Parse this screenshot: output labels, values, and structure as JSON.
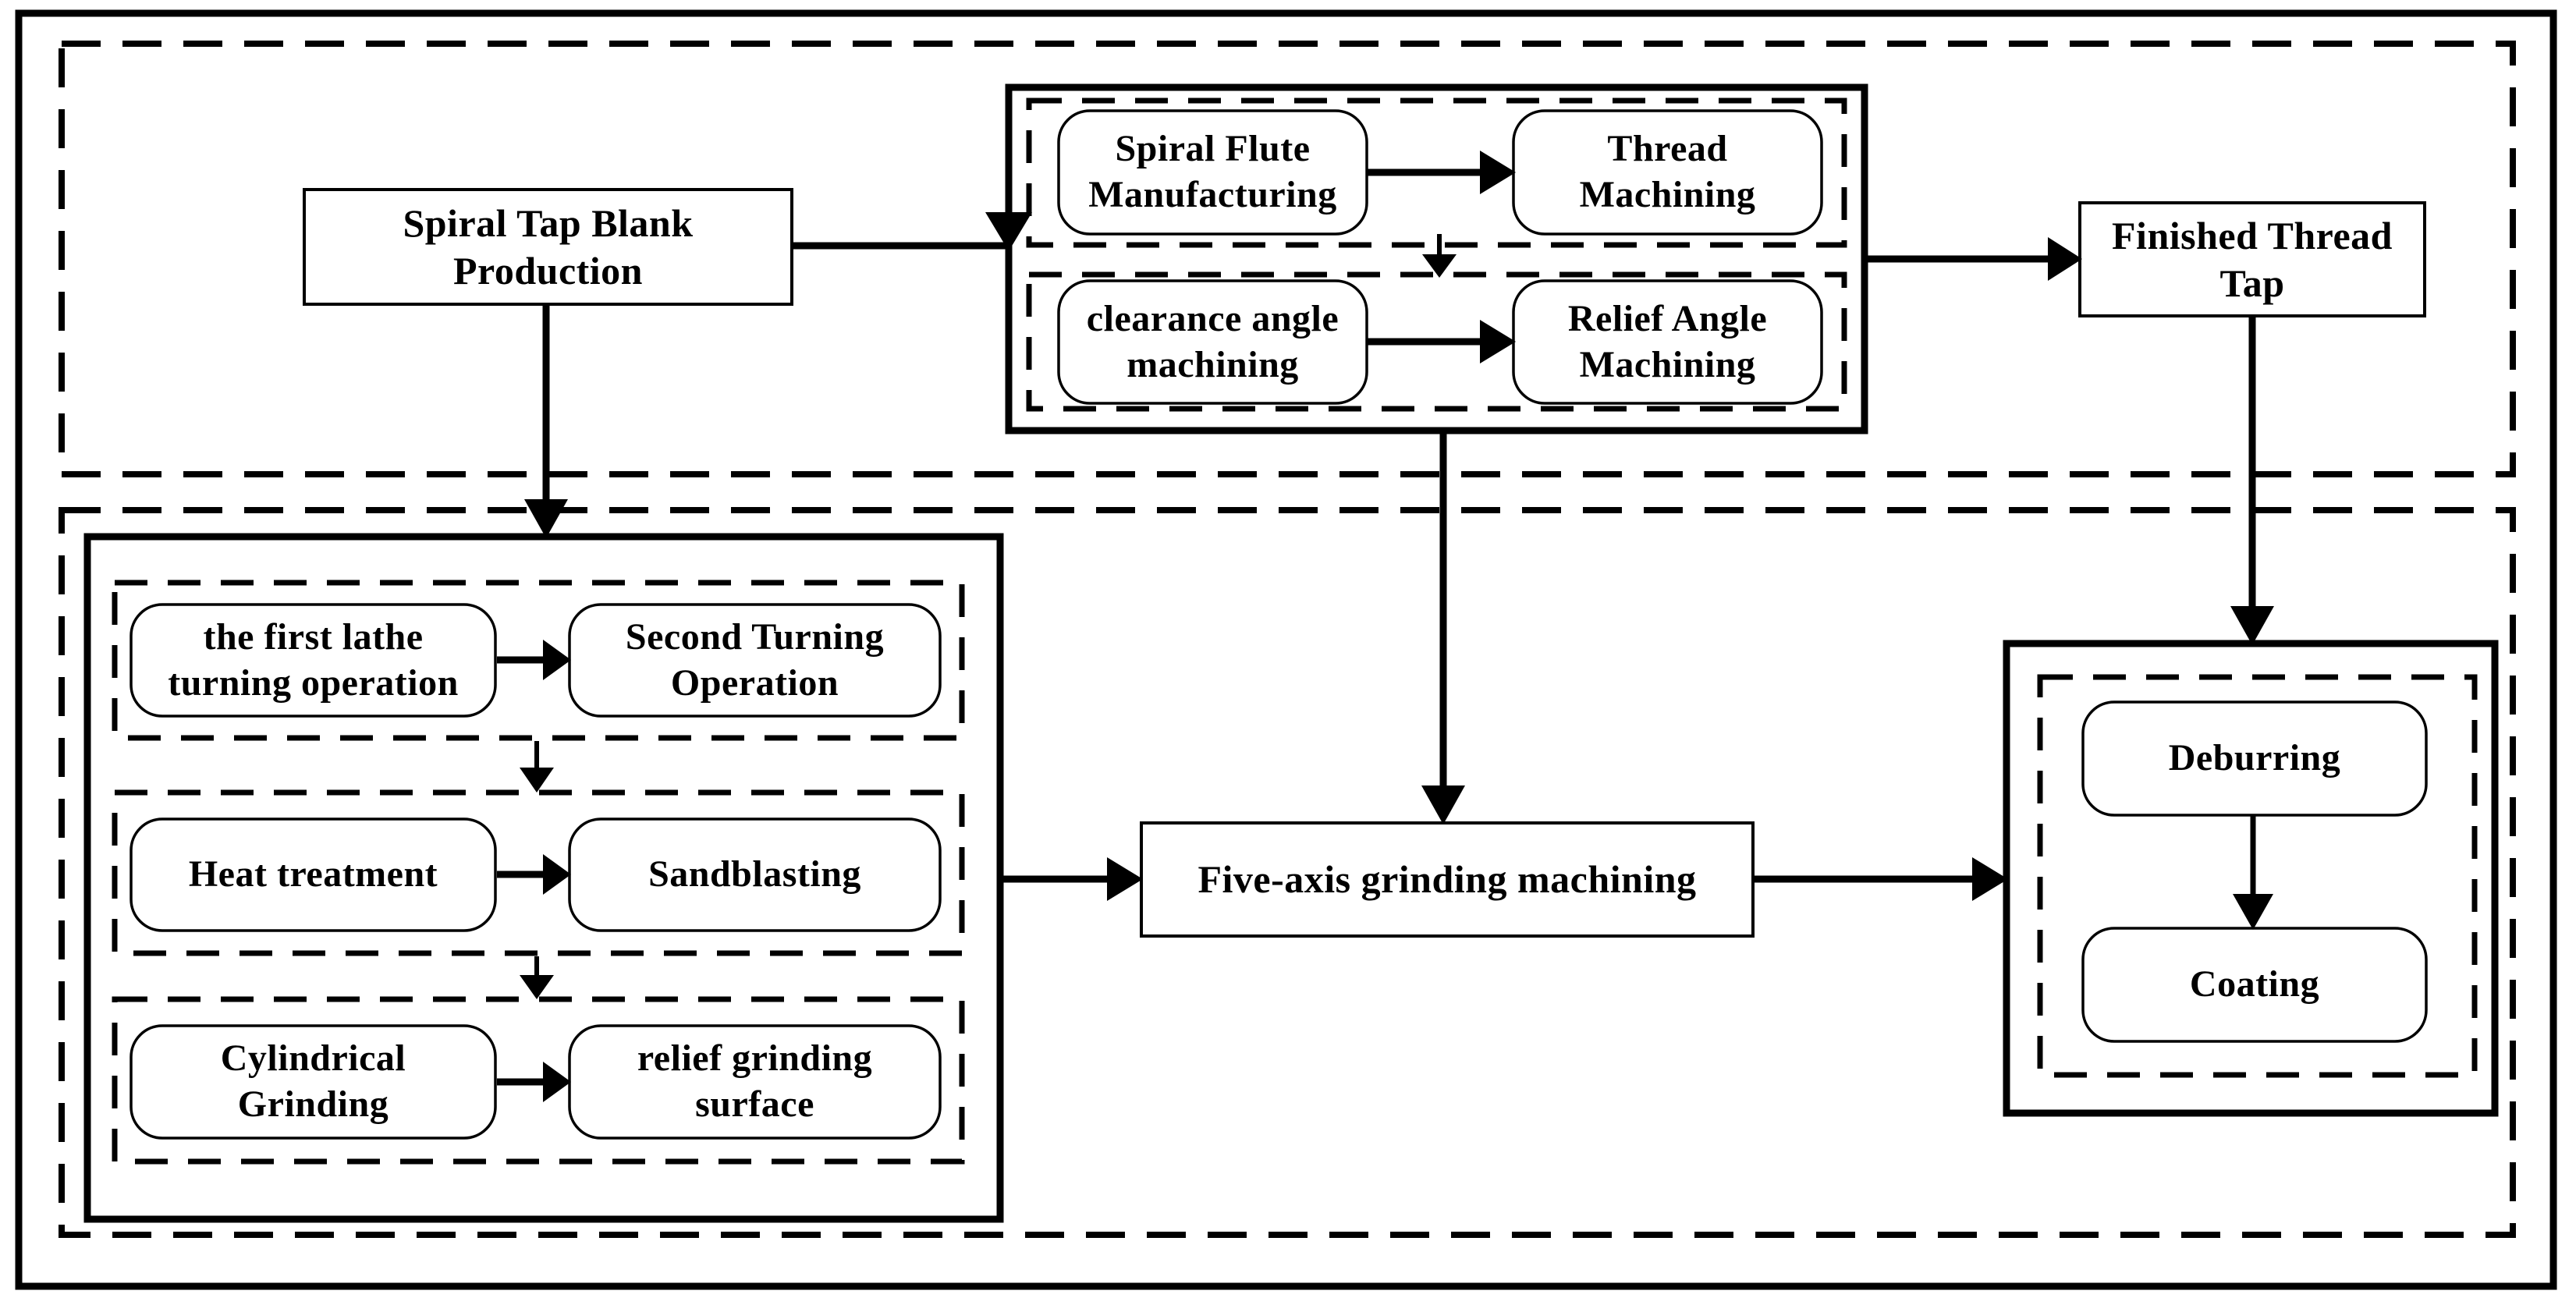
{
  "diagram": {
    "title": "Spiral tap manufacturing process flowchart",
    "colors": {
      "line": "#000000",
      "background": "#ffffff"
    },
    "nodes": {
      "blank_production": "Spiral Tap Blank Production",
      "spiral_flute": "Spiral Flute Manufacturing",
      "thread_machining": "Thread Machining",
      "clearance_angle": "clearance angle machining",
      "relief_angle": "Relief Angle Machining",
      "finished_tap": "Finished Thread Tap",
      "first_lathe": "the first lathe turning operation",
      "second_turning": "Second Turning Operation",
      "heat_treatment": "Heat treatment",
      "sandblasting": "Sandblasting",
      "cylindrical_grinding": "Cylindrical Grinding",
      "relief_grinding": "relief grinding surface",
      "five_axis": "Five-axis grinding machining",
      "deburring": "Deburring",
      "coating": "Coating"
    }
  }
}
